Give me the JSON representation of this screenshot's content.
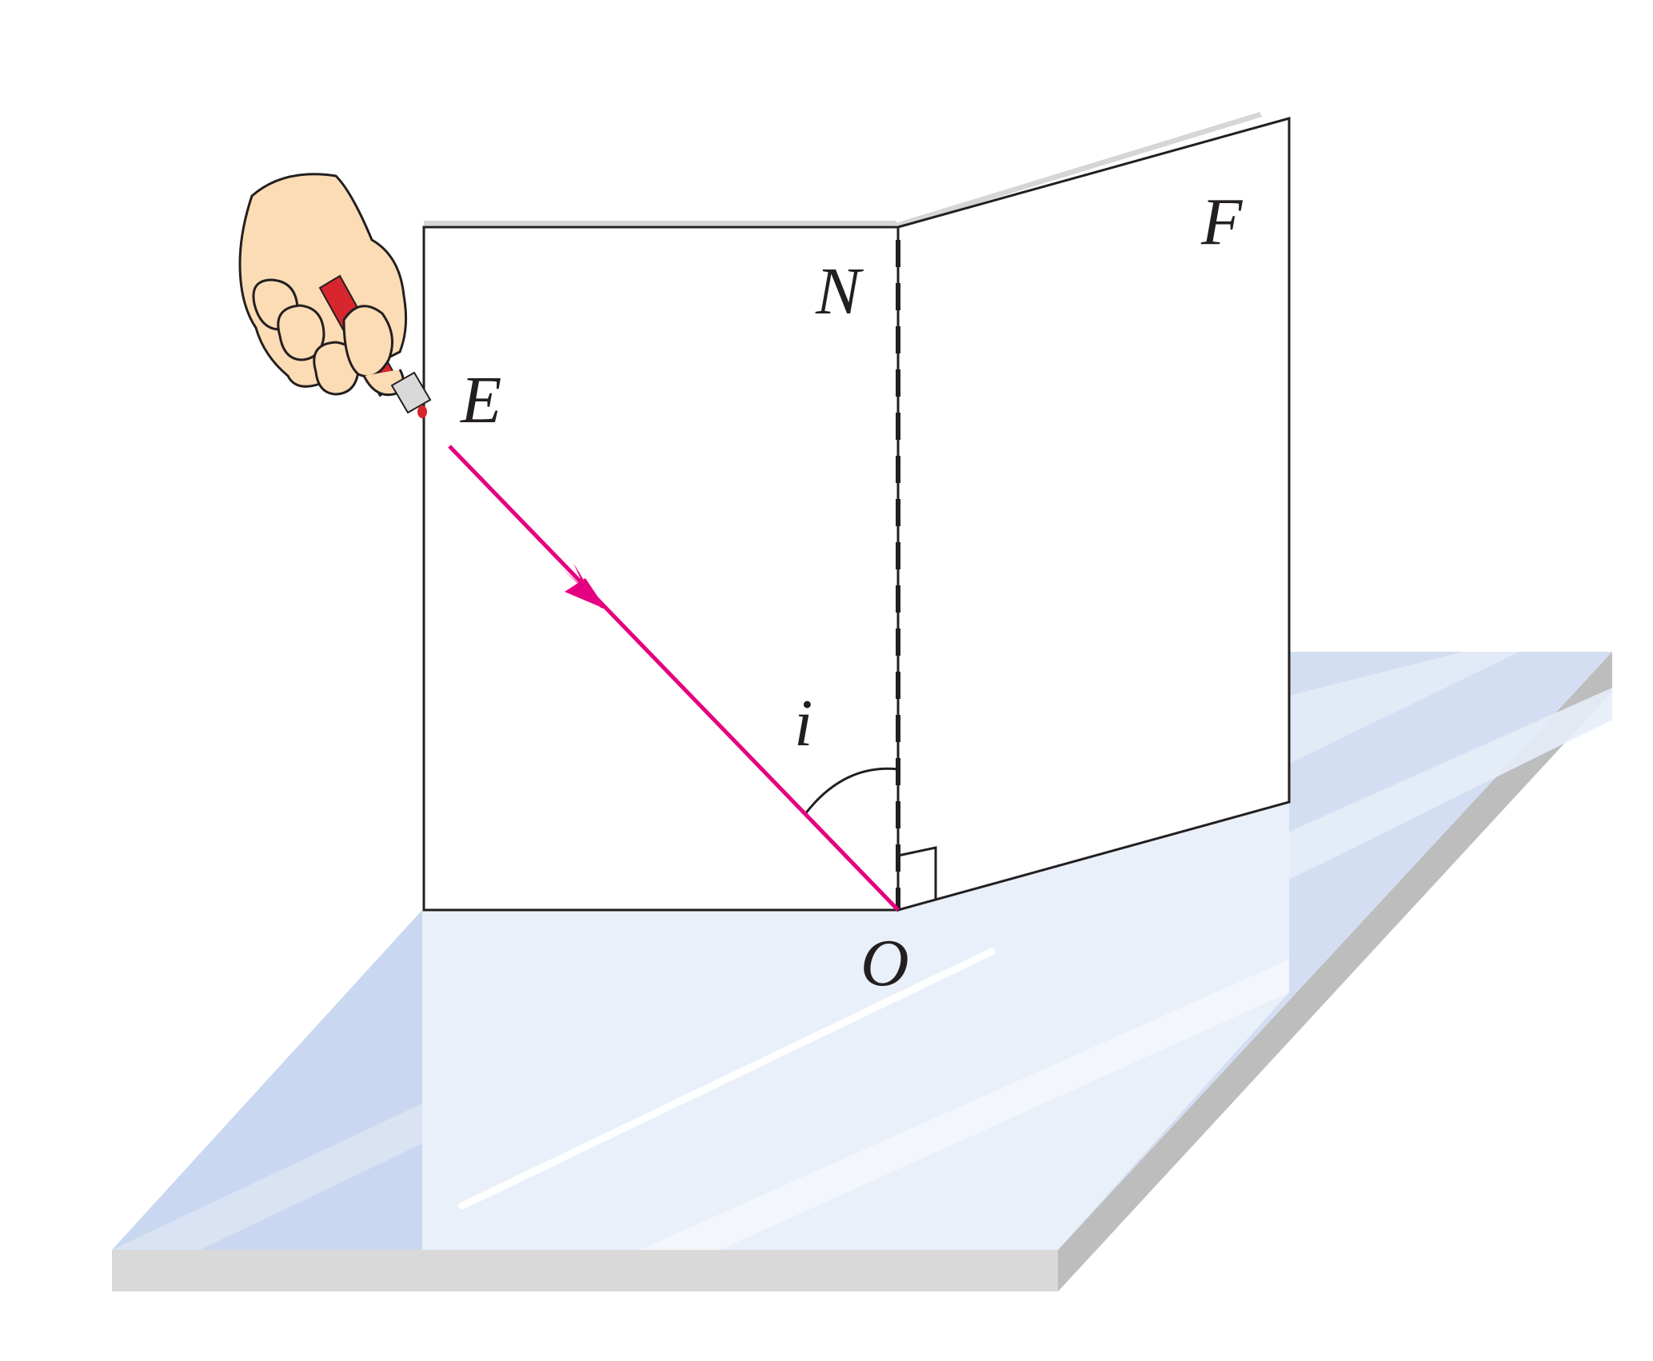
{
  "labels": {
    "E": "E",
    "F": "F",
    "N": "N",
    "O": "O",
    "i": "i"
  },
  "colors": {
    "incident_ray": "#e5007f",
    "outline": "#231f20",
    "mirror_top": "#eaf0fa",
    "mirror_band": "#c9d8f0",
    "mirror_edge": "#bdbdbd",
    "skin": "#fbdcb4",
    "laser_body": "#d7262e"
  },
  "icons": {
    "hand": "hand-holding-laser-pen-icon",
    "arrow": "ray-direction-arrow-icon",
    "right_angle": "right-angle-marker-icon"
  }
}
